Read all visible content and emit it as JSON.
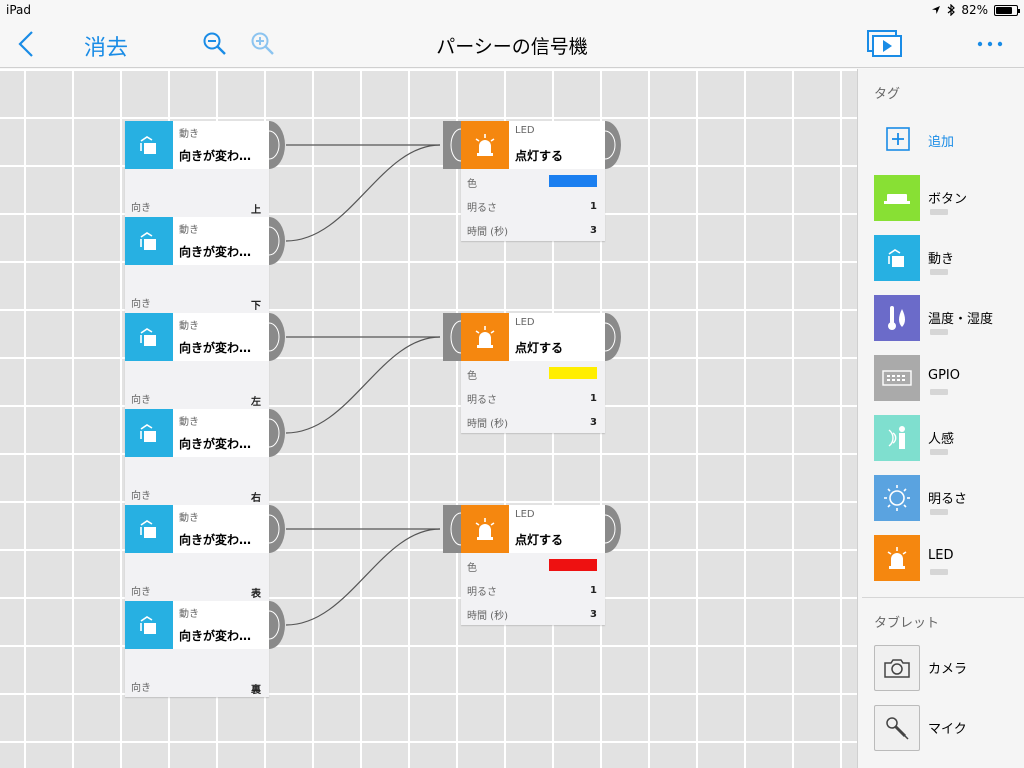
{
  "status": {
    "device": "iPad",
    "battery": "82%",
    "battery_level": 0.82
  },
  "nav": {
    "clear_label": "消去",
    "title": "パーシーの信号機"
  },
  "motion_nodes": [
    {
      "category": "動き",
      "name": "向きが変わ…",
      "param_label": "向き",
      "value": "上"
    },
    {
      "category": "動き",
      "name": "向きが変わ…",
      "param_label": "向き",
      "value": "下"
    },
    {
      "category": "動き",
      "name": "向きが変わ…",
      "param_label": "向き",
      "value": "左"
    },
    {
      "category": "動き",
      "name": "向きが変わ…",
      "param_label": "向き",
      "value": "右"
    },
    {
      "category": "動き",
      "name": "向きが変わ…",
      "param_label": "向き",
      "value": "表"
    },
    {
      "category": "動き",
      "name": "向きが変わ…",
      "param_label": "向き",
      "value": "裏"
    }
  ],
  "led_nodes": [
    {
      "category": "LED",
      "name": "点灯する",
      "color_label": "色",
      "color": "#1b7ff0",
      "brightness_label": "明るさ",
      "brightness": "1",
      "time_label": "時間 (秒)",
      "time": "3"
    },
    {
      "category": "LED",
      "name": "点灯する",
      "color_label": "色",
      "color": "#ffee00",
      "brightness_label": "明るさ",
      "brightness": "1",
      "time_label": "時間 (秒)",
      "time": "3"
    },
    {
      "category": "LED",
      "name": "点灯する",
      "color_label": "色",
      "color": "#ee1111",
      "brightness_label": "明るさ",
      "brightness": "1",
      "time_label": "時間 (秒)",
      "time": "3"
    }
  ],
  "sidebar": {
    "tags_title": "タグ",
    "add_label": "追加",
    "tags": [
      {
        "label": "ボタン",
        "icon": "button-tag-icon",
        "color": "#88e034"
      },
      {
        "label": "動き",
        "icon": "motion-tag-icon",
        "color": "#27b0e2"
      },
      {
        "label": "温度・湿度",
        "icon": "temperature-tag-icon",
        "color": "#6b6bc9"
      },
      {
        "label": "GPIO",
        "icon": "gpio-tag-icon",
        "color": "#aaaaaa"
      },
      {
        "label": "人感",
        "icon": "human-sensor-tag-icon",
        "color": "#7fdfcf"
      },
      {
        "label": "明るさ",
        "icon": "brightness-tag-icon",
        "color": "#5aa3e0"
      },
      {
        "label": "LED",
        "icon": "led-tag-icon",
        "color": "#f5870f"
      }
    ],
    "tablet_title": "タブレット",
    "tablet": [
      {
        "label": "カメラ",
        "icon": "camera-icon"
      },
      {
        "label": "マイク",
        "icon": "microphone-icon"
      }
    ]
  }
}
